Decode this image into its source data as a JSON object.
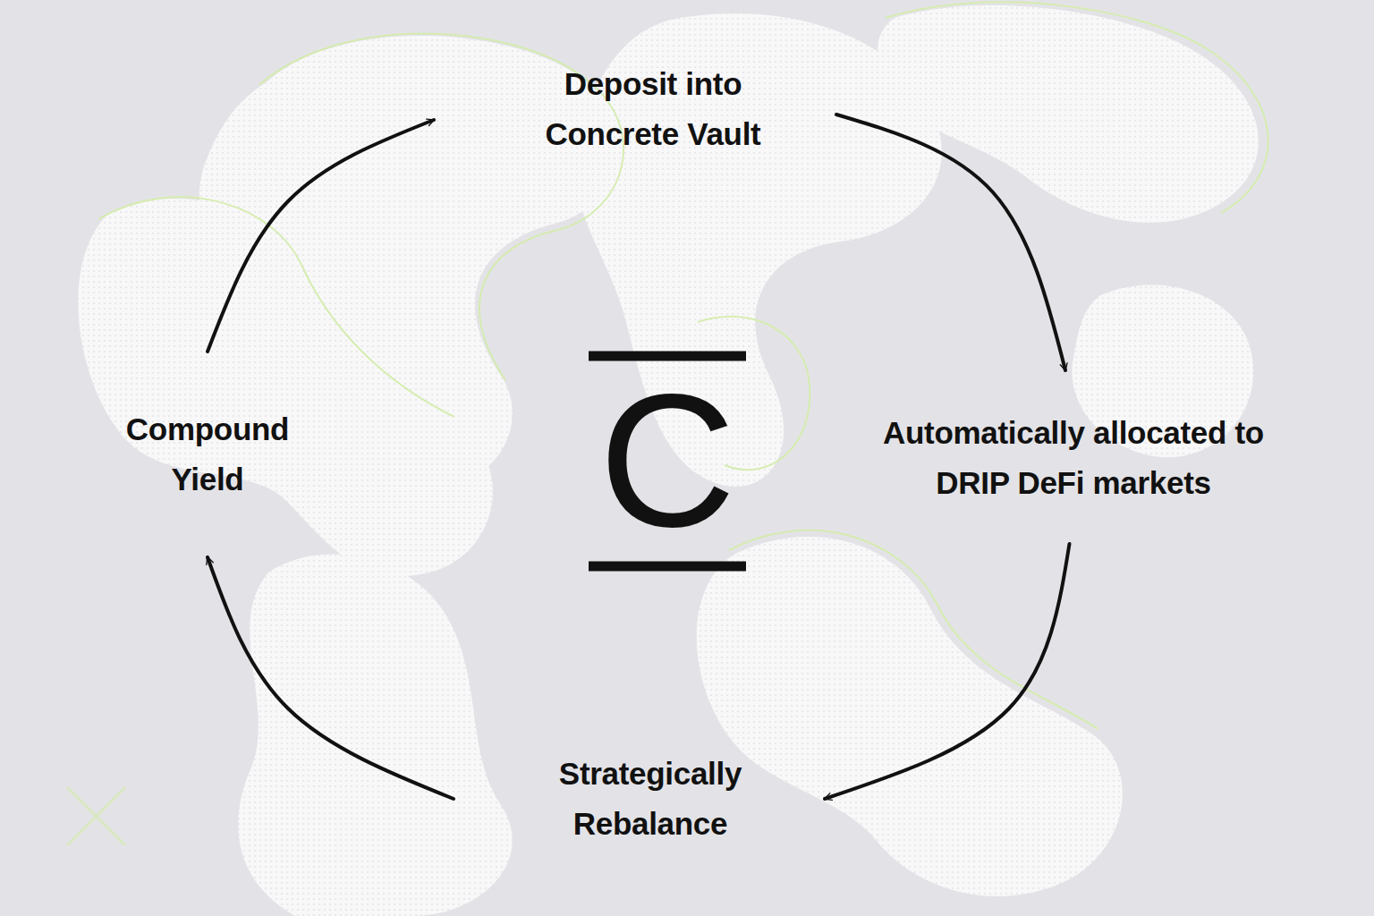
{
  "diagram": {
    "nodes": [
      {
        "text": [
          "Deposit into Concrete Vault"
        ]
      },
      {
        "text": [
          "Automatically allocated to DRIP DeFi markets"
        ]
      },
      {
        "text": [
          "Strategically Rebalance"
        ]
      },
      {
        "text": [
          "Compound Yield"
        ]
      }
    ],
    "edges": [
      {
        "from": 0,
        "to": 1,
        "arrow": "to"
      },
      {
        "from": 1,
        "to": 2,
        "arrow": "to"
      },
      {
        "from": 2,
        "to": 3,
        "arrow": "to"
      },
      {
        "from": 3,
        "to": 0,
        "arrow": "to"
      }
    ],
    "labels": [
      "C"
    ]
  }
}
